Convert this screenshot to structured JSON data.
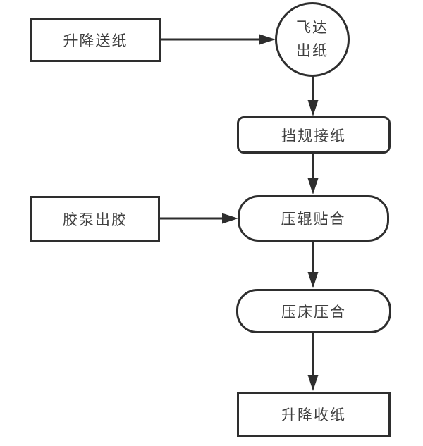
{
  "diagram": {
    "type": "flowchart",
    "background_color": "#ffffff",
    "stroke_color": "#2e2e2e",
    "text_color": "#3f3f3f",
    "nodes": {
      "lift_feed": {
        "label": "升降送纸",
        "shape": "rectangle"
      },
      "feeder_out": {
        "line1": "飞达",
        "line2": "出纸",
        "label": "飞达出纸",
        "shape": "circle"
      },
      "gauge_receive": {
        "label": "挡规接纸",
        "shape": "rounded-rectangle"
      },
      "glue_pump": {
        "label": "胶泵出胶",
        "shape": "rectangle"
      },
      "roller_laminate": {
        "label": "压辊贴合",
        "shape": "stadium"
      },
      "press_laminate": {
        "label": "压床压合",
        "shape": "stadium"
      },
      "lift_collect": {
        "label": "升降收纸",
        "shape": "rectangle"
      }
    },
    "edges": [
      {
        "from": "升降送纸",
        "to": "飞达出纸",
        "direction": "right"
      },
      {
        "from": "飞达出纸",
        "to": "挡规接纸",
        "direction": "down"
      },
      {
        "from": "挡规接纸",
        "to": "压辊贴合",
        "direction": "down"
      },
      {
        "from": "胶泵出胶",
        "to": "压辊贴合",
        "direction": "right"
      },
      {
        "from": "压辊贴合",
        "to": "压床压合",
        "direction": "down"
      },
      {
        "from": "压床压合",
        "to": "升降收纸",
        "direction": "down"
      }
    ]
  }
}
